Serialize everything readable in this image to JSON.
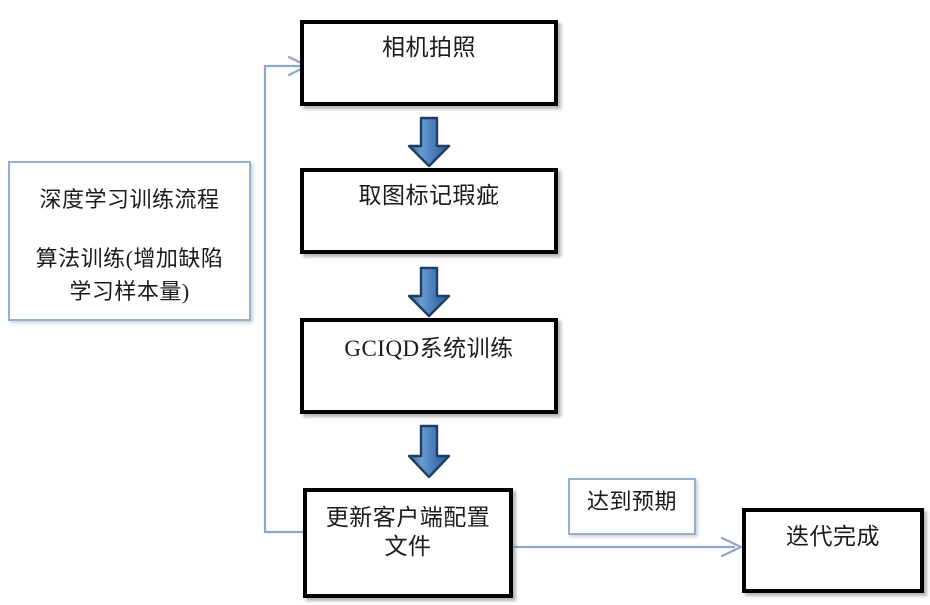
{
  "diagram": {
    "title_note": {
      "line1": "深度学习训练流程",
      "line2": "算法训练(增加缺陷\n学习样本量)"
    },
    "nodes": [
      {
        "id": "camera",
        "label": "相机拍照"
      },
      {
        "id": "mark",
        "label": "取图标记瑕疵"
      },
      {
        "id": "train",
        "label": "GCIQD系统训练"
      },
      {
        "id": "update",
        "label": "更新客户端配置\n文件"
      },
      {
        "id": "done",
        "label": "迭代完成"
      }
    ],
    "edge_labels": [
      {
        "id": "expect",
        "label": "达到预期"
      }
    ],
    "arrows": [
      {
        "id": "camera-to-mark",
        "kind": "block-arrow-down"
      },
      {
        "id": "mark-to-train",
        "kind": "block-arrow-down"
      },
      {
        "id": "train-to-update",
        "kind": "block-arrow-down"
      },
      {
        "id": "update-to-camera",
        "kind": "elbow-line-up"
      },
      {
        "id": "update-to-done",
        "kind": "straight-line-right"
      }
    ],
    "colors": {
      "node_border": "#000000",
      "note_border": "#9aafce",
      "connector": "#8fa6c8",
      "arrow_fill_light": "#5b8fc9",
      "arrow_fill_dark": "#2f5f96",
      "arrow_outline": "#1f3f66",
      "text": "#1b1b1b",
      "background": "#ffffff"
    }
  }
}
